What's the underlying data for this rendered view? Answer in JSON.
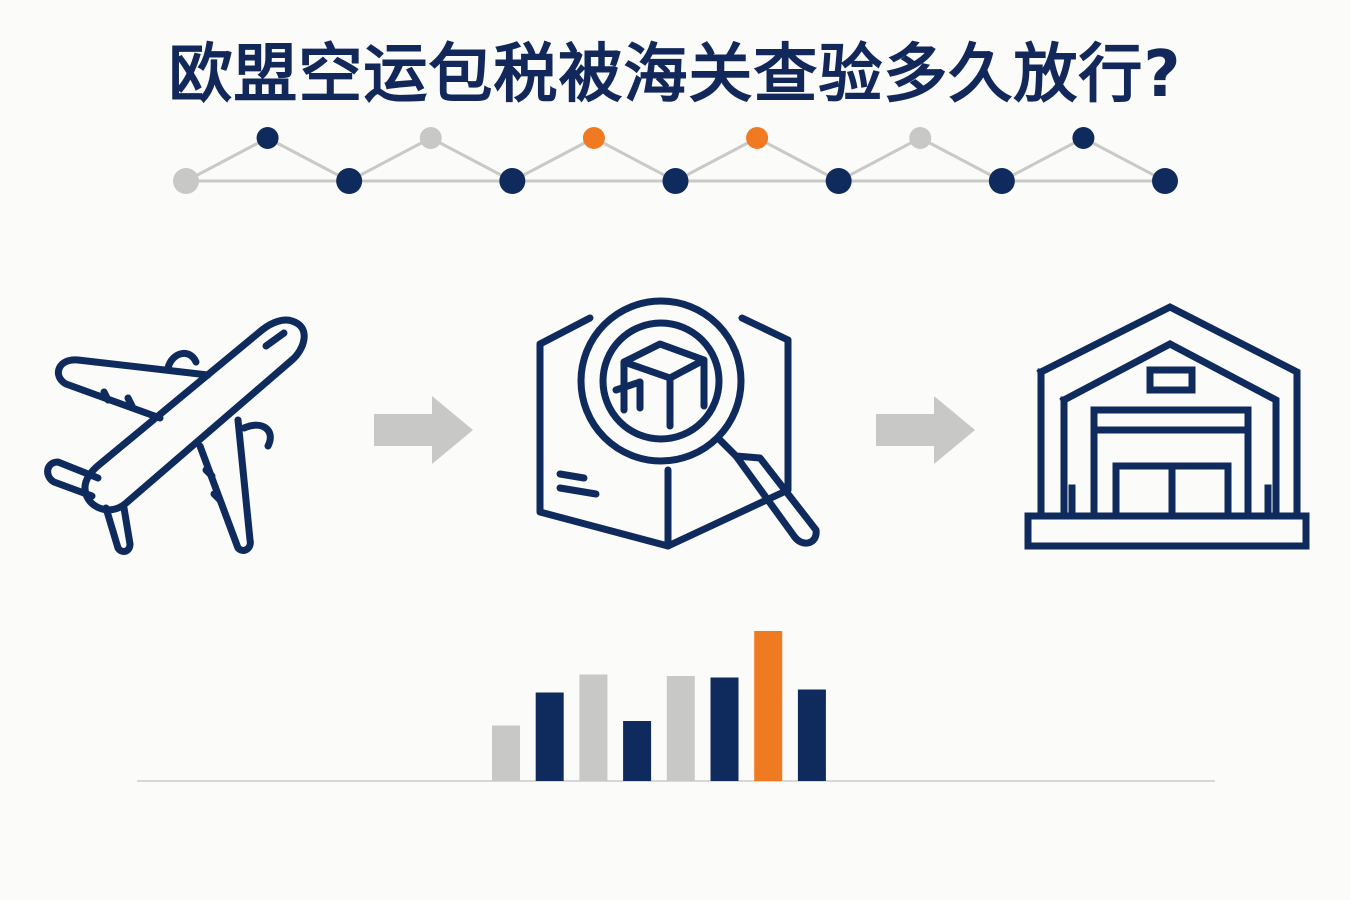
{
  "title": "欧盟空运包税被海关查验多久放行?",
  "colors": {
    "navy": "#0f2a5c",
    "gray": "#c8c8c6",
    "orange": "#f07a22",
    "line": "#c9c9c7"
  },
  "timeline": {
    "nodes": [
      {
        "level": "low",
        "color": "gray"
      },
      {
        "level": "high",
        "color": "navy"
      },
      {
        "level": "low",
        "color": "navy"
      },
      {
        "level": "high",
        "color": "gray"
      },
      {
        "level": "low",
        "color": "navy"
      },
      {
        "level": "high",
        "color": "orange"
      },
      {
        "level": "low",
        "color": "navy"
      },
      {
        "level": "high",
        "color": "orange"
      },
      {
        "level": "low",
        "color": "navy"
      },
      {
        "level": "high",
        "color": "gray"
      },
      {
        "level": "low",
        "color": "navy"
      },
      {
        "level": "high",
        "color": "navy"
      },
      {
        "level": "low",
        "color": "navy"
      }
    ]
  },
  "flow": {
    "steps": [
      {
        "icon": "airplane-icon"
      },
      {
        "icon": "package-inspection-icon"
      },
      {
        "icon": "warehouse-icon"
      }
    ],
    "connector_icon": "arrow-right-icon"
  },
  "chart_data": {
    "type": "bar",
    "values": [
      0.37,
      0.59,
      0.71,
      0.4,
      0.7,
      0.69,
      1.0,
      0.61
    ],
    "colors": [
      "gray",
      "navy",
      "gray",
      "navy",
      "gray",
      "navy",
      "orange",
      "navy"
    ]
  }
}
